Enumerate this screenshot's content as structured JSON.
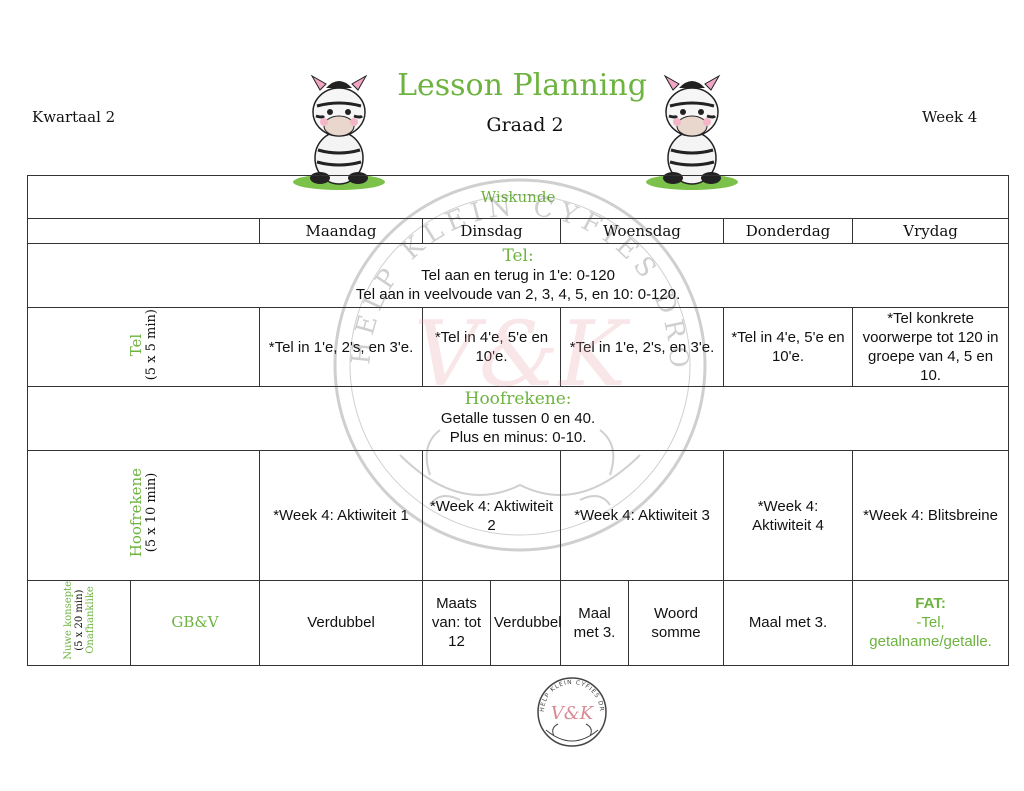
{
  "header": {
    "title": "Lesson Planning",
    "grade": "Graad 2",
    "quarter": "Kwartaal 2",
    "week": "Week 4",
    "watermark_brand": "HELP KLEIN CYFIES DROOM",
    "logo_initials": "V&K"
  },
  "table": {
    "subject": "Wiskunde",
    "days": [
      "Maandag",
      "Dinsdag",
      "Woensdag",
      "Donderdag",
      "Vrydag"
    ],
    "tel": {
      "title": "Tel:",
      "lines": [
        "Tel aan en terug in 1'e: 0-120",
        "Tel aan in veelvoude van 2, 3, 4, 5, en 10: 0-120."
      ],
      "label": "Tel",
      "label_sub": "(5 x 5 min)",
      "cells": [
        "*Tel in 1'e, 2's, en 3'e.",
        "*Tel in 4'e, 5'e en 10'e.",
        "*Tel in 1'e, 2's, en 3'e.",
        "*Tel in 4'e, 5'e en 10'e.",
        "*Tel konkrete voorwerpe tot 120 in groepe van 4, 5 en 10."
      ]
    },
    "hoofrekene": {
      "title": "Hoofrekene:",
      "lines": [
        "Getalle tussen 0 en 40.",
        "Plus en minus: 0-10."
      ],
      "label": "Hoofrekene",
      "label_sub": "(5 x 10 min)",
      "cells": [
        "*Week 4: Aktiwiteit 1",
        "*Week 4: Aktiwiteit 2",
        "*Week 4: Aktiwiteit 3",
        "*Week 4: Aktiwiteit 4",
        "*Week 4: Blitsbreine"
      ]
    },
    "konsepte": {
      "label_1": "Nuwe konsepte",
      "label_2": "(5 x 20 min)",
      "label_3": "Onafhanklike",
      "topic": "GB&V",
      "monday": "Verdubbel",
      "tuesday_a": "Maats van: tot 12",
      "tuesday_b": "Verdubbel",
      "wednesday_a": "Maal met 3.",
      "wednesday_b": "Woord somme",
      "thursday": "Maal met 3.",
      "friday_title": "FAT:",
      "friday_text": "-Tel, getalname/getalle."
    }
  },
  "colors": {
    "accent_green": "#6db33f",
    "border": "#333333",
    "zebra_bow": "#f2a6c4"
  }
}
